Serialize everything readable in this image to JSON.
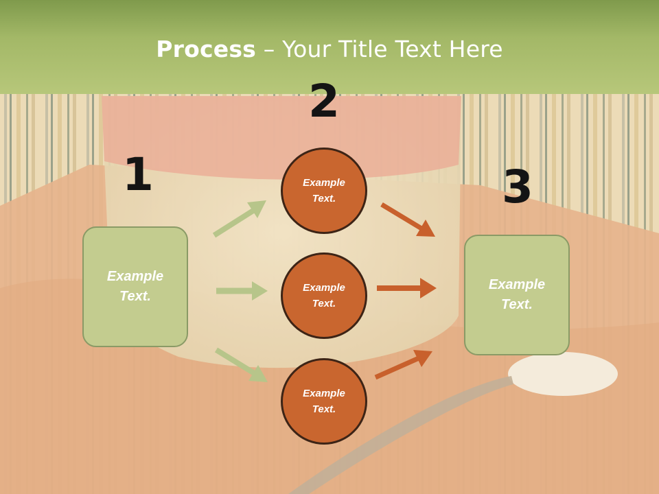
{
  "slide": {
    "title": {
      "bold": "Process",
      "rest": " – Your Title Text Here"
    },
    "steps": [
      {
        "number": "1",
        "text": "Example Text."
      },
      {
        "number": "2",
        "text": "Example Text."
      },
      {
        "number": "3",
        "text": "Example Text."
      }
    ],
    "circles": [
      {
        "text": "Example Text."
      },
      {
        "text": "Example Text."
      },
      {
        "text": "Example Text."
      }
    ]
  },
  "colors": {
    "title_bar": "#a3b867",
    "box_fill": "#c3cc8f",
    "circle_fill": "#c9662f",
    "green_arrow": "#b7c58a",
    "orange_arrow": "#c8602c"
  }
}
